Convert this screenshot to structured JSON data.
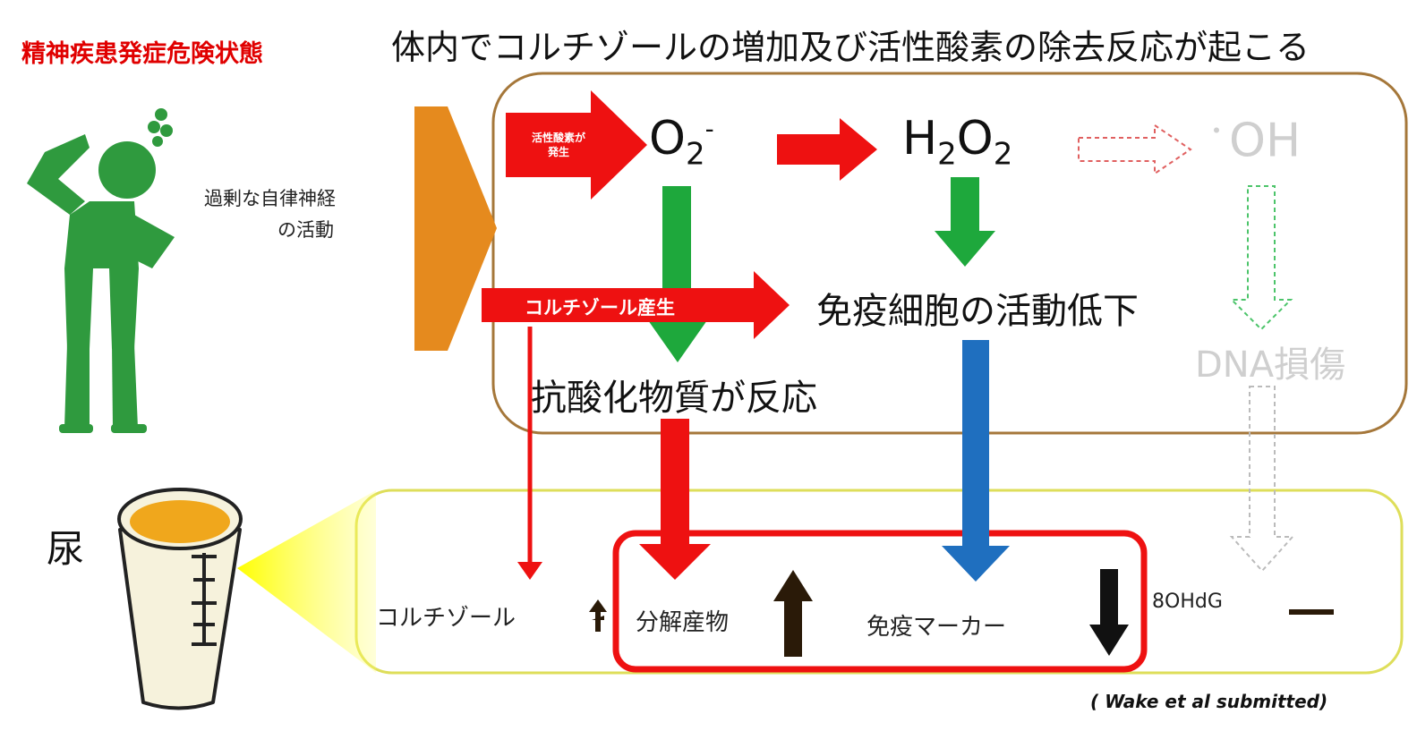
{
  "header": {
    "risk_state": "精神疾患発症危険状態",
    "title": "体内でコルチゾールの増加及び活性酸素の除去反応が起こる"
  },
  "left": {
    "autonomic_line1": "過剰な自律神経",
    "autonomic_line2": "の活動",
    "urine_label": "尿"
  },
  "reactions": {
    "ros_arrow_line1": "活性酸素が",
    "ros_arrow_line2": "発生",
    "superoxide": {
      "base": "O",
      "sub": "2",
      "sup": "-"
    },
    "peroxide": {
      "base1": "H",
      "sub1": "2",
      "base2": "O",
      "sub2": "2"
    },
    "hydroxyl": {
      "sup": "・",
      "base": "OH"
    },
    "cortisol_arrow": "コルチゾール産生",
    "immune_decline": "免疫細胞の活動低下",
    "antioxidant": "抗酸化物質が反応",
    "dna_damage": "DNA損傷"
  },
  "urine_markers": {
    "cortisol": "コルチゾール",
    "breakdown": "分解産物",
    "immune_marker": "免疫マーカー",
    "ohdg": "8OHdG"
  },
  "citation": "( Wake et al submitted)",
  "colors": {
    "red": "#ee1111",
    "green": "#1ea83c",
    "blue": "#1f6fbf",
    "orange": "#e58a1e",
    "person": "#2f9a3e",
    "body_box": "#a5773a",
    "urine_box": "#dede5a"
  }
}
